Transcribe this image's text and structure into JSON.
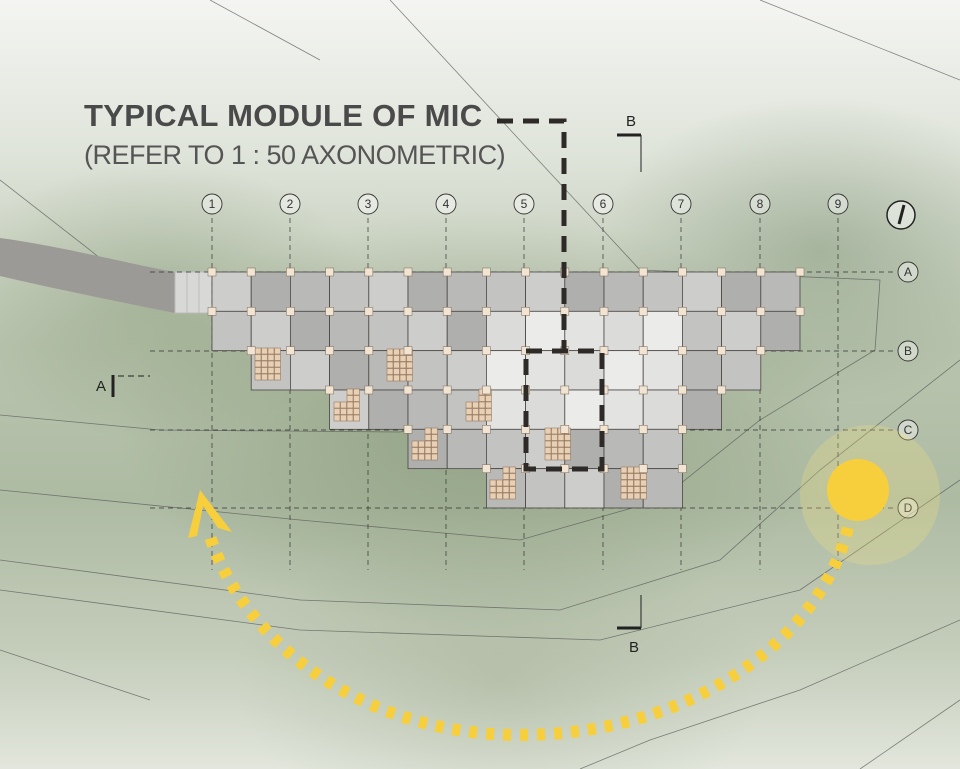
{
  "title": "TYPICAL MODULE OF MIC",
  "subtitle": "(REFER TO 1 : 50 AXONOMETRIC)",
  "grid": {
    "columns": [
      "1",
      "2",
      "3",
      "4",
      "5",
      "6",
      "7",
      "8",
      "9"
    ],
    "rows": [
      "A",
      "B",
      "C",
      "D"
    ]
  },
  "sections": {
    "a_label": "A",
    "b_top_label": "B",
    "b_bottom_label": "B"
  },
  "colors": {
    "sun": "#f7cf3c",
    "module_outline": "#2e2a28",
    "title": "#4a4a4a"
  }
}
